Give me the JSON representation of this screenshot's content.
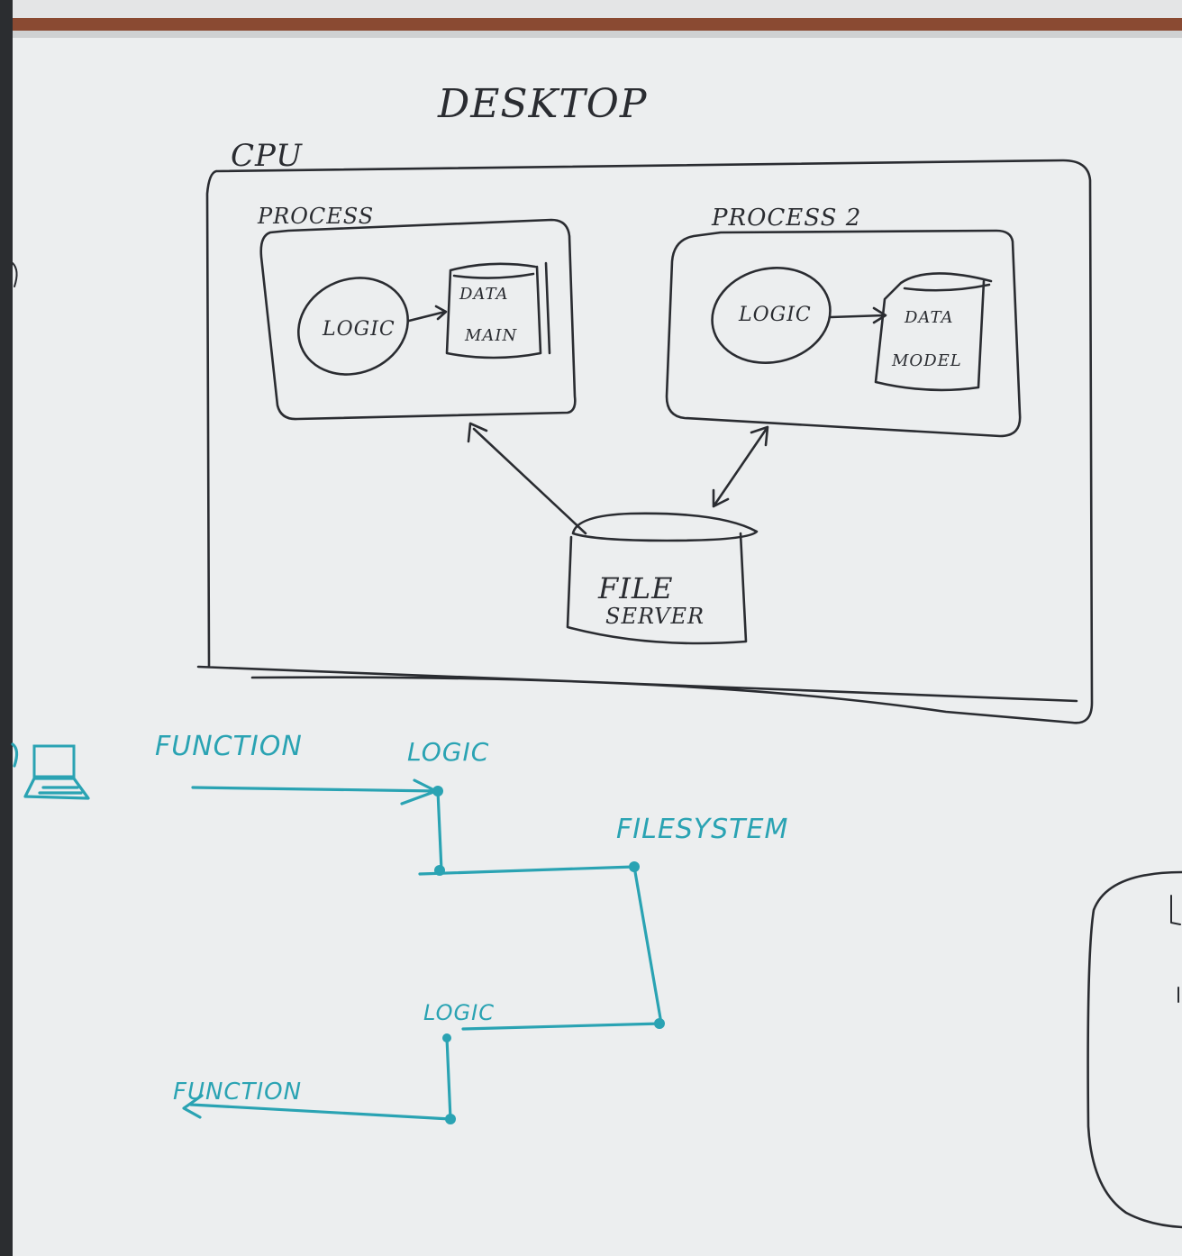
{
  "whiteboard": {
    "title": "DESKTOP",
    "cpu_label": "CPU",
    "process_1": {
      "label": "PROCESS",
      "logic_label": "LOGIC",
      "data_label_line1": "DATA",
      "data_label_line2": "MAIN"
    },
    "process_2": {
      "label": "PROCESS 2",
      "logic_label": "LOGIC",
      "data_label_line1": "DATA",
      "data_label_line2": "MODEL"
    },
    "file_server": {
      "line1": "FILE",
      "line2": "SERVER"
    },
    "flow": {
      "function_top": "FUNCTION",
      "logic_top": "LOGIC",
      "filesystem": "FILESYSTEM",
      "logic_bottom": "LOGIC",
      "function_bottom": "FUNCTION"
    },
    "colors": {
      "board": "#eceeef",
      "black_marker": "#2a2c31",
      "teal_marker": "#2aa3b3",
      "frame_brown": "#8a4a32"
    }
  }
}
